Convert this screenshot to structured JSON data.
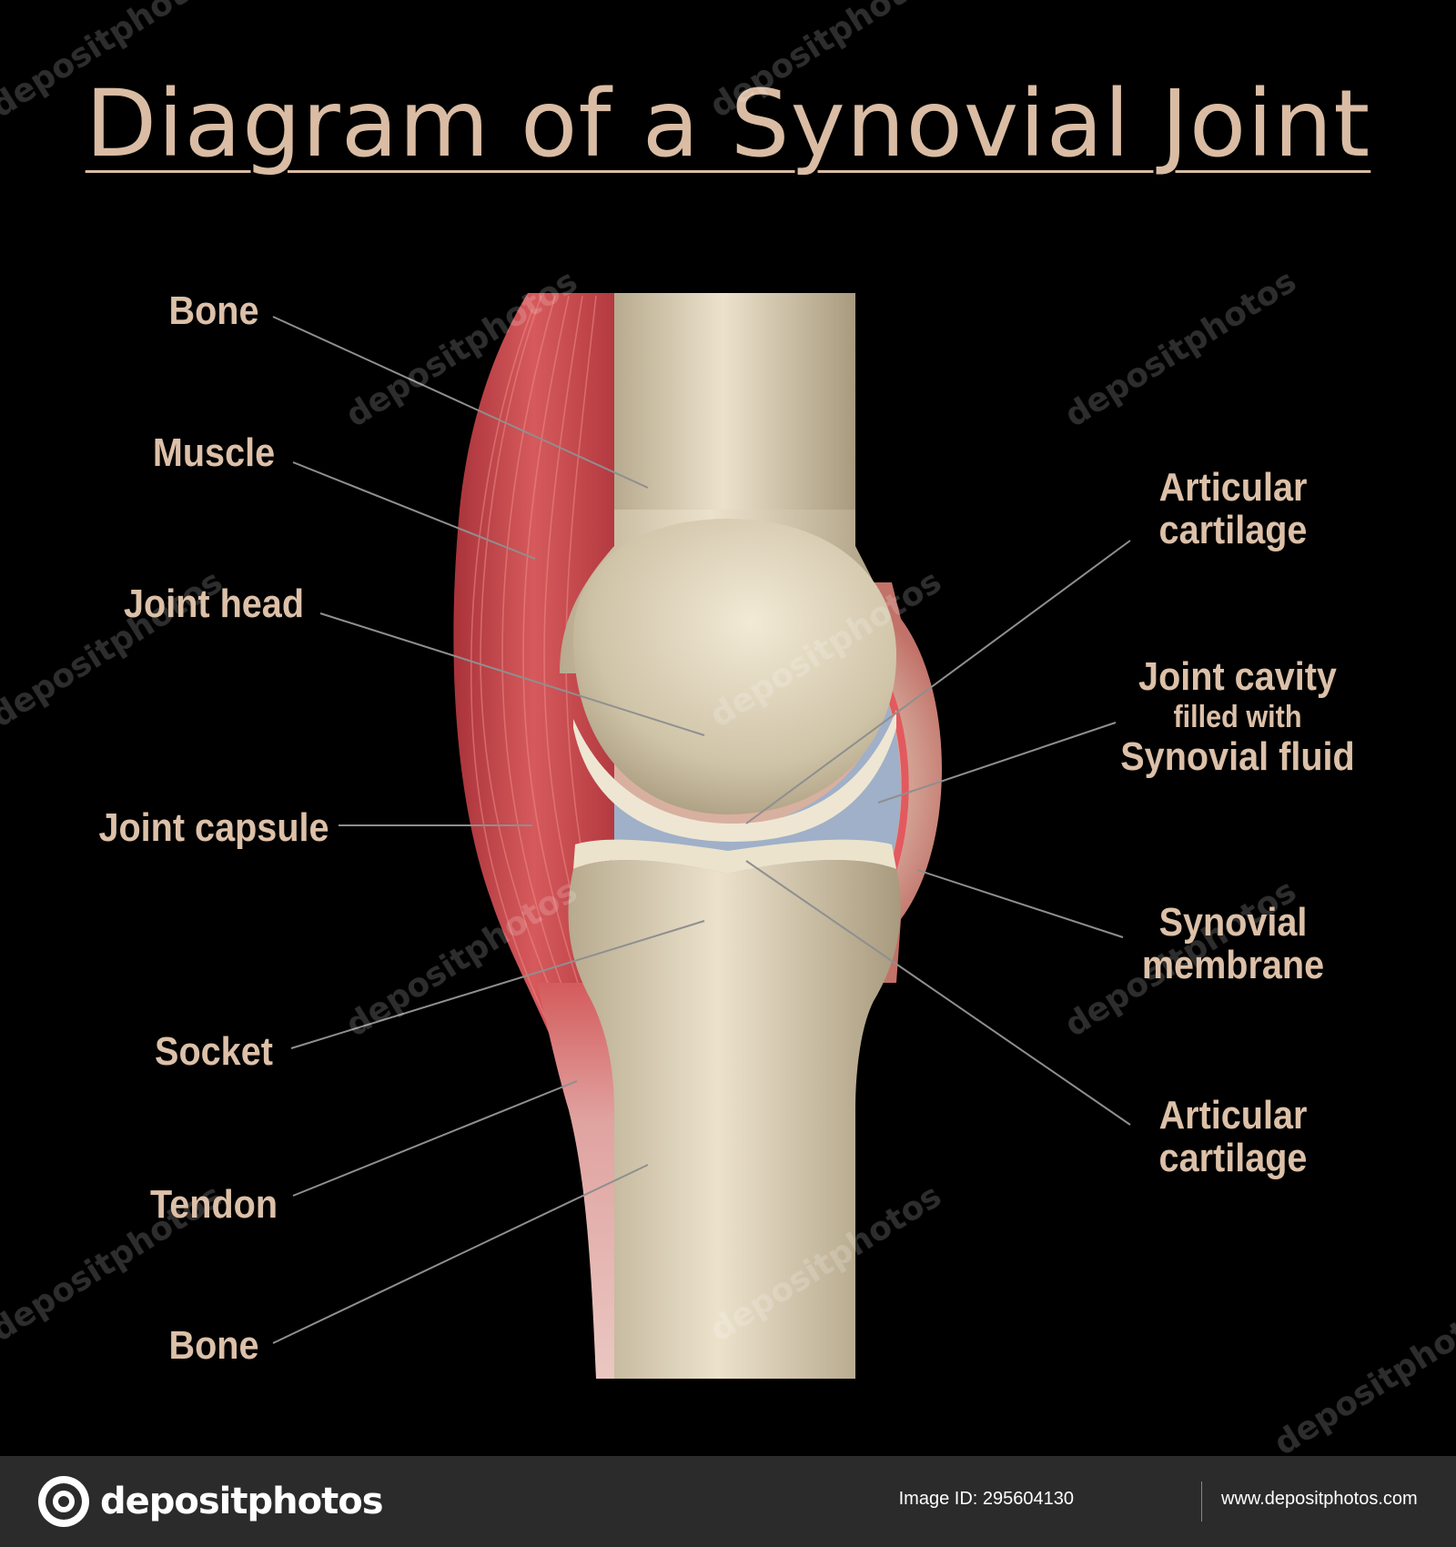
{
  "title": "Diagram of a Synovial Joint",
  "labels": {
    "bone_top": "Bone",
    "muscle": "Muscle",
    "joint_head": "Joint head",
    "joint_capsule": "Joint capsule",
    "socket": "Socket",
    "tendon": "Tendon",
    "bone_bottom": "Bone",
    "articular_cartilage_top": [
      "Articular",
      "cartilage"
    ],
    "joint_cavity": {
      "line1": "Joint cavity",
      "line2": "filled with",
      "line3": "Synovial fluid"
    },
    "synovial_membrane": [
      "Synovial",
      "membrane"
    ],
    "articular_cartilage_bottom": [
      "Articular",
      "cartilage"
    ]
  },
  "watermark": "depositphotos",
  "footer": {
    "brand": "depositphotos",
    "image_id": "Image ID: 295604130",
    "site": "www.depositphotos.com"
  },
  "colors": {
    "background": "#000000",
    "label": "#dcc0a8",
    "bone": "#e2d6bd",
    "muscle": "#c8454a",
    "cartilage": "#eee6d3",
    "synovial_fluid": "#9fb0c8",
    "capsule": "#e4a08c"
  }
}
